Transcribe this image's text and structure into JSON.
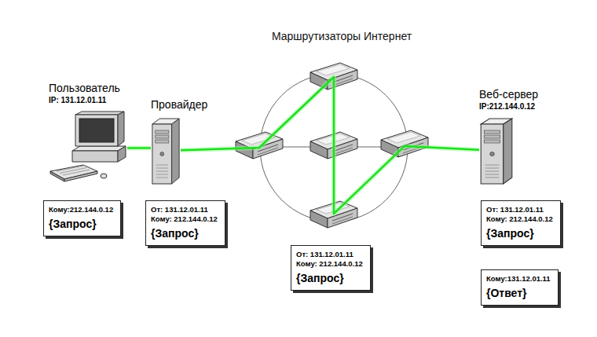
{
  "diagram": {
    "title": "Маршрутизаторы Интернет",
    "nodes": [
      {
        "text": [
          "Пользователь",
          "IP: 131.12.01.11"
        ]
      },
      {
        "text": [
          "Провайдер"
        ]
      },
      {
        "text": [
          "Веб-сервер",
          "IP:212.144.0.12"
        ]
      },
      {
        "text": [
          "Кому:212.144.0.12",
          "{Запрос}"
        ]
      },
      {
        "text": [
          "От: 131.12.01.11",
          "Кому: 212.144.0.12",
          "{Запрос}"
        ]
      },
      {
        "text": [
          "От: 131.12.01.11",
          "Кому: 212.144.0.12",
          "{Запрос}"
        ]
      },
      {
        "text": [
          "От: 131.12.01.11",
          "Кому: 212.144.0.12",
          "{Запрос}"
        ]
      },
      {
        "text": [
          "Кому:131.12.01.11",
          "{Ответ}"
        ]
      }
    ],
    "edges": [
      {
        "from": 0,
        "to": 1,
        "arrow": "none"
      },
      {
        "from": 1,
        "to": 2,
        "arrow": "none"
      }
    ]
  }
}
